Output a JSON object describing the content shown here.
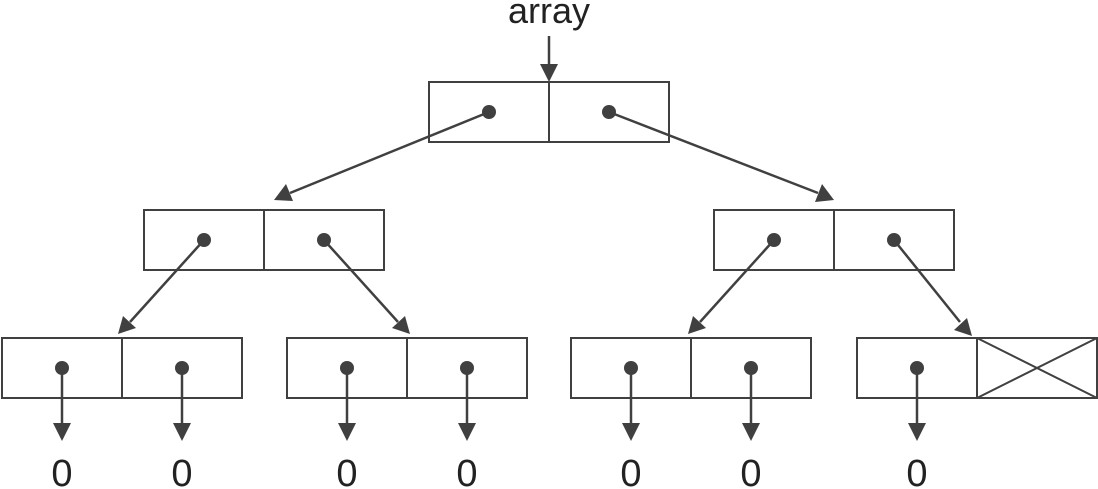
{
  "root_label": "array",
  "leaf_values": [
    "0",
    "0",
    "0",
    "0",
    "0",
    "0",
    "0"
  ],
  "colors": {
    "stroke": "#404040",
    "text": "#222222",
    "background": "#ffffff"
  },
  "last_cell_empty": true
}
